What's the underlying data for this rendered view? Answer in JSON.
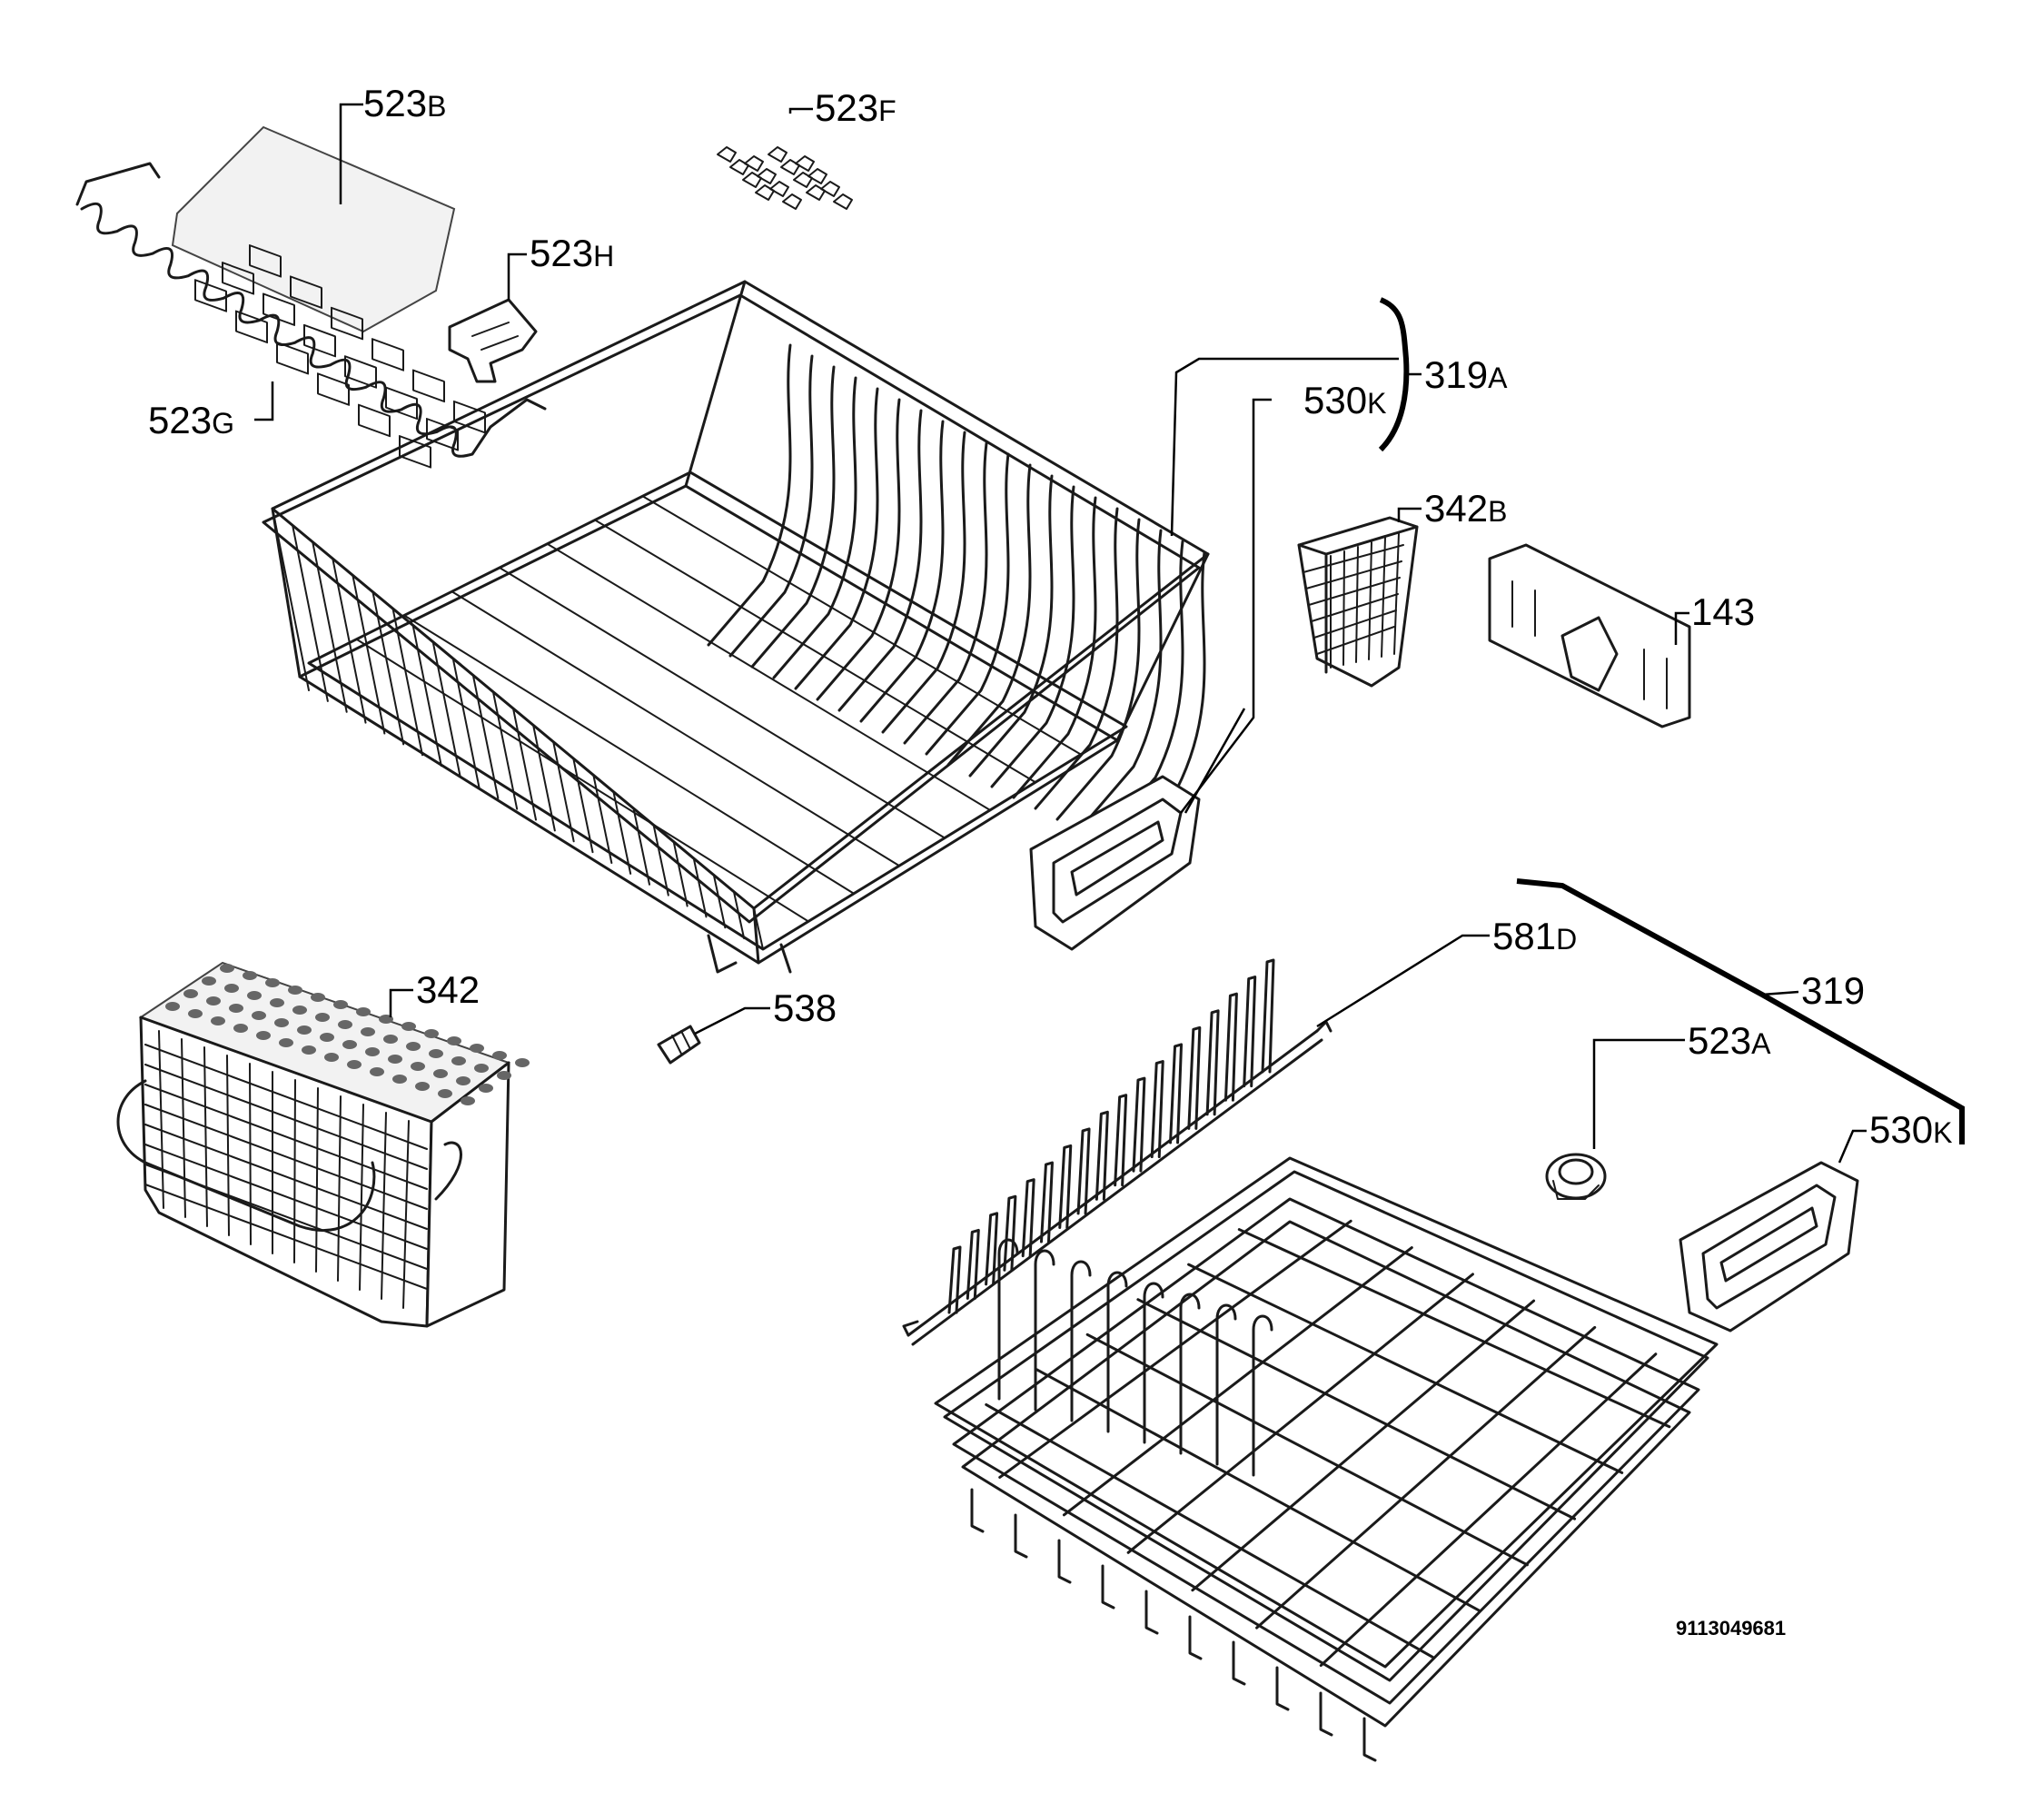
{
  "labels": {
    "p523b": {
      "num": "523",
      "suf": "B"
    },
    "p523f": {
      "num": "523",
      "suf": "F"
    },
    "p523h": {
      "num": "523",
      "suf": "H"
    },
    "p523g": {
      "num": "523",
      "suf": "G"
    },
    "p319a": {
      "num": "319",
      "suf": "A"
    },
    "p530k_top": {
      "num": "530",
      "suf": "K"
    },
    "p342b": {
      "num": "342",
      "suf": "B"
    },
    "p143": {
      "num": "143",
      "suf": ""
    },
    "p342": {
      "num": "342",
      "suf": ""
    },
    "p538": {
      "num": "538",
      "suf": ""
    },
    "p581d": {
      "num": "581",
      "suf": "D"
    },
    "p319": {
      "num": "319",
      "suf": ""
    },
    "p523a": {
      "num": "523",
      "suf": "A"
    },
    "p530k_bottom": {
      "num": "530",
      "suf": "K"
    }
  },
  "drawing_code": "9113049681"
}
